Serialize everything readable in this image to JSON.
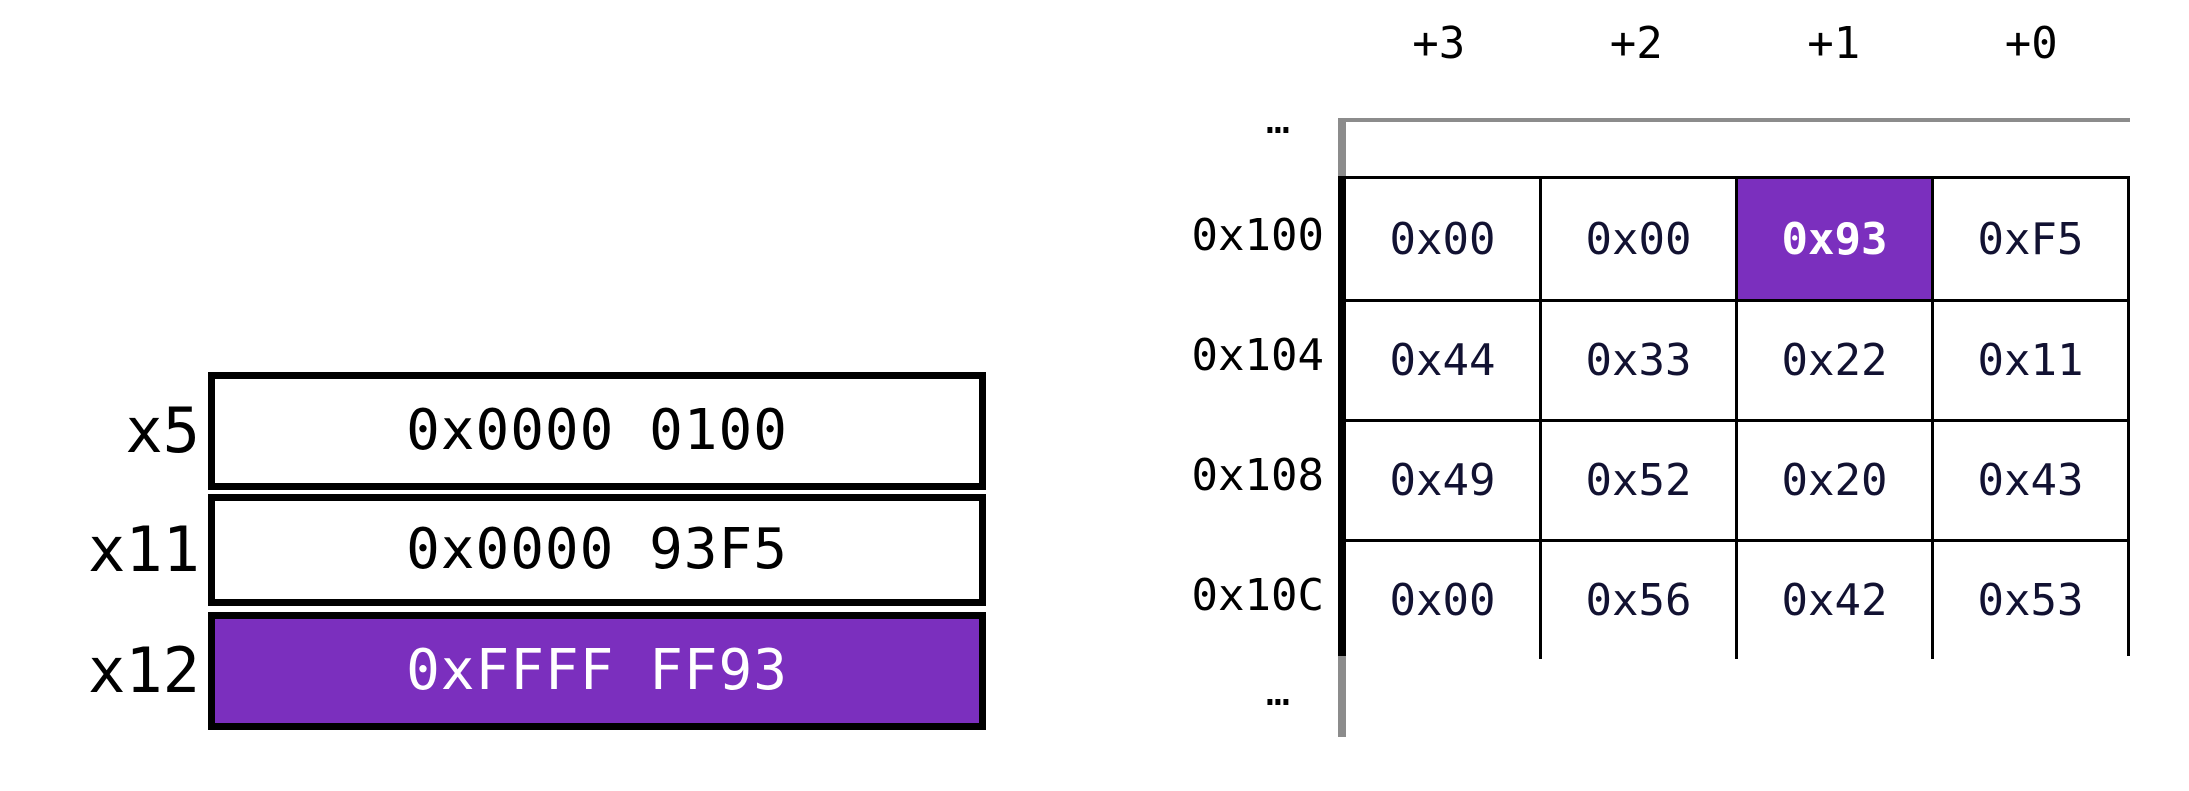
{
  "diagram": {
    "title": "RISC-V register and memory state diagram",
    "accent_color": "#7B2FBE",
    "cell_text_color": "#121232",
    "grid_line_color": "#000000",
    "continuation_color": "#8C8C8C"
  },
  "registers": {
    "rows": [
      {
        "name": "x5",
        "value": "0x0000 0100",
        "highlight": false
      },
      {
        "name": "x11",
        "value": "0x0000 93F5",
        "highlight": false
      },
      {
        "name": "x12",
        "value": "0xFFFF FF93",
        "highlight": true
      }
    ]
  },
  "memory": {
    "column_headers": [
      "+3",
      "+2",
      "+1",
      "+0"
    ],
    "ellipsis_top": "…",
    "ellipsis_bottom": "…",
    "rows": [
      {
        "address": "0x100",
        "cells": [
          "0x00",
          "0x00",
          "0x93",
          "0xF5"
        ],
        "highlight_index": 2
      },
      {
        "address": "0x104",
        "cells": [
          "0x44",
          "0x33",
          "0x22",
          "0x11"
        ],
        "highlight_index": -1
      },
      {
        "address": "0x108",
        "cells": [
          "0x49",
          "0x52",
          "0x20",
          "0x43"
        ],
        "highlight_index": -1
      },
      {
        "address": "0x10C",
        "cells": [
          "0x00",
          "0x56",
          "0x42",
          "0x53"
        ],
        "highlight_index": -1
      }
    ]
  }
}
